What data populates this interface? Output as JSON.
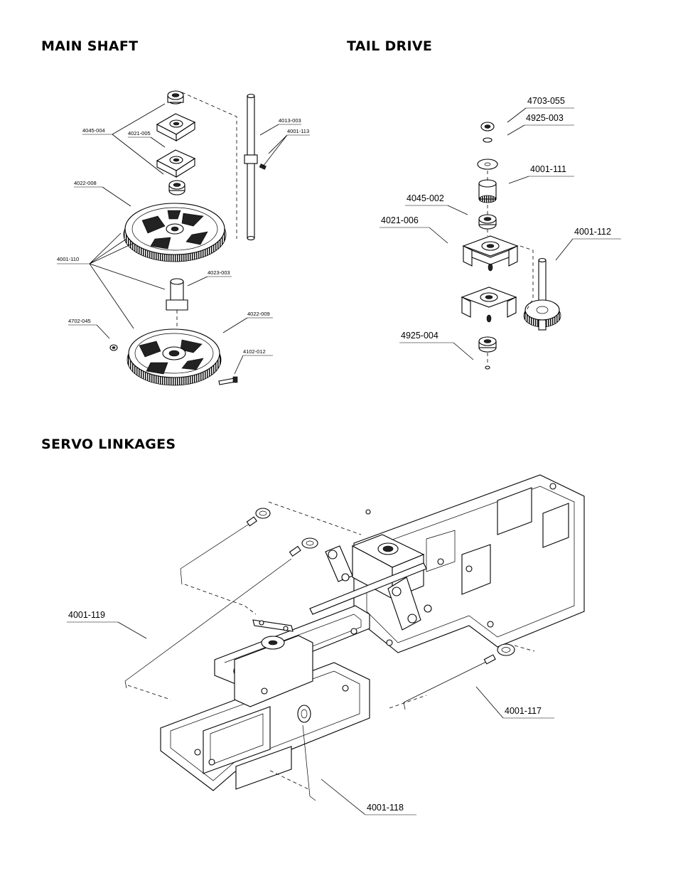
{
  "sections": {
    "main_shaft": {
      "title": "MAIN SHAFT",
      "labels": [
        "4045-004",
        "4021-005",
        "4013-003",
        "4001-113",
        "4022-008",
        "4001-110",
        "4023-003",
        "4702-045",
        "4022-009",
        "4102-012"
      ]
    },
    "tail_drive": {
      "title": "TAIL DRIVE",
      "labels": [
        "4703-055",
        "4925-003",
        "4001-111",
        "4045-002",
        "4021-006",
        "4001-112",
        "4925-004"
      ]
    },
    "servo_linkages": {
      "title": "SERVO LINKAGES",
      "labels": [
        "4001-119",
        "4001-117",
        "4001-118"
      ]
    }
  }
}
